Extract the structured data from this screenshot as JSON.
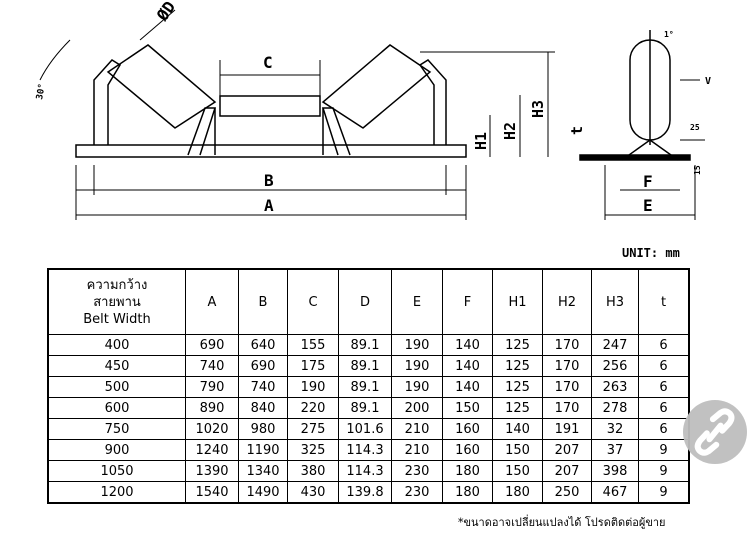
{
  "drawing": {
    "labels": {
      "diameter": "ØD",
      "c": "C",
      "angle": "30°",
      "h1": "H1",
      "h2": "H2",
      "h3": "H3",
      "b": "B",
      "a": "A",
      "t": "t",
      "f": "F",
      "e": "E",
      "tilt": "1°",
      "v": "V",
      "dim25": "25",
      "dim15": "15"
    }
  },
  "unit": "UNIT: mm",
  "table": {
    "header": {
      "belt_width": [
        "ความกว้าง",
        "สายพาน",
        "Belt Width"
      ],
      "columns": [
        "A",
        "B",
        "C",
        "D",
        "E",
        "F",
        "H1",
        "H2",
        "H3",
        "t"
      ]
    },
    "rows": [
      [
        "400",
        "690",
        "640",
        "155",
        "89.1",
        "190",
        "140",
        "125",
        "170",
        "247",
        "6"
      ],
      [
        "450",
        "740",
        "690",
        "175",
        "89.1",
        "190",
        "140",
        "125",
        "170",
        "256",
        "6"
      ],
      [
        "500",
        "790",
        "740",
        "190",
        "89.1",
        "190",
        "140",
        "125",
        "170",
        "263",
        "6"
      ],
      [
        "600",
        "890",
        "840",
        "220",
        "89.1",
        "200",
        "150",
        "125",
        "170",
        "278",
        "6"
      ],
      [
        "750",
        "1020",
        "980",
        "275",
        "101.6",
        "210",
        "160",
        "140",
        "191",
        "32",
        "6"
      ],
      [
        "900",
        "1240",
        "1190",
        "325",
        "114.3",
        "210",
        "160",
        "150",
        "207",
        "37",
        "9"
      ],
      [
        "1050",
        "1390",
        "1340",
        "380",
        "114.3",
        "230",
        "180",
        "150",
        "207",
        "398",
        "9"
      ],
      [
        "1200",
        "1540",
        "1490",
        "430",
        "139.8",
        "230",
        "180",
        "180",
        "250",
        "467",
        "9"
      ]
    ]
  },
  "footnote": "*ขนาดอาจเปลี่ยนแปลงได้ โปรดติดต่อผู้ขาย"
}
